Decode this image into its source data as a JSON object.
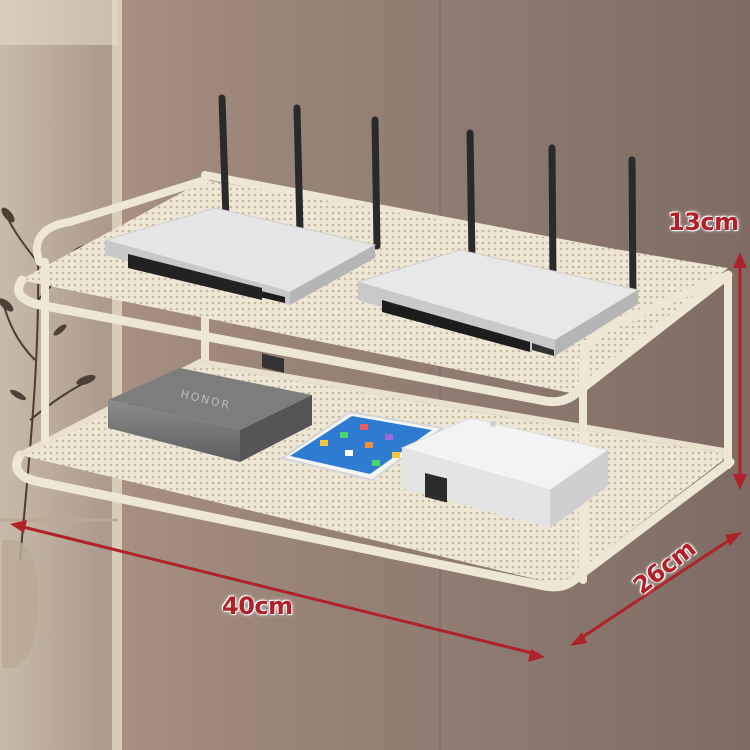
{
  "dimensions": {
    "height": "13cm",
    "width": "40cm",
    "depth": "26cm"
  },
  "box_brand": "HONOR",
  "colors": {
    "wall": "#8f7c72",
    "shelf": "#efe7d6",
    "dimension": "#b0222a",
    "router": "#dcdcdc",
    "antenna": "#2a2a2a"
  }
}
